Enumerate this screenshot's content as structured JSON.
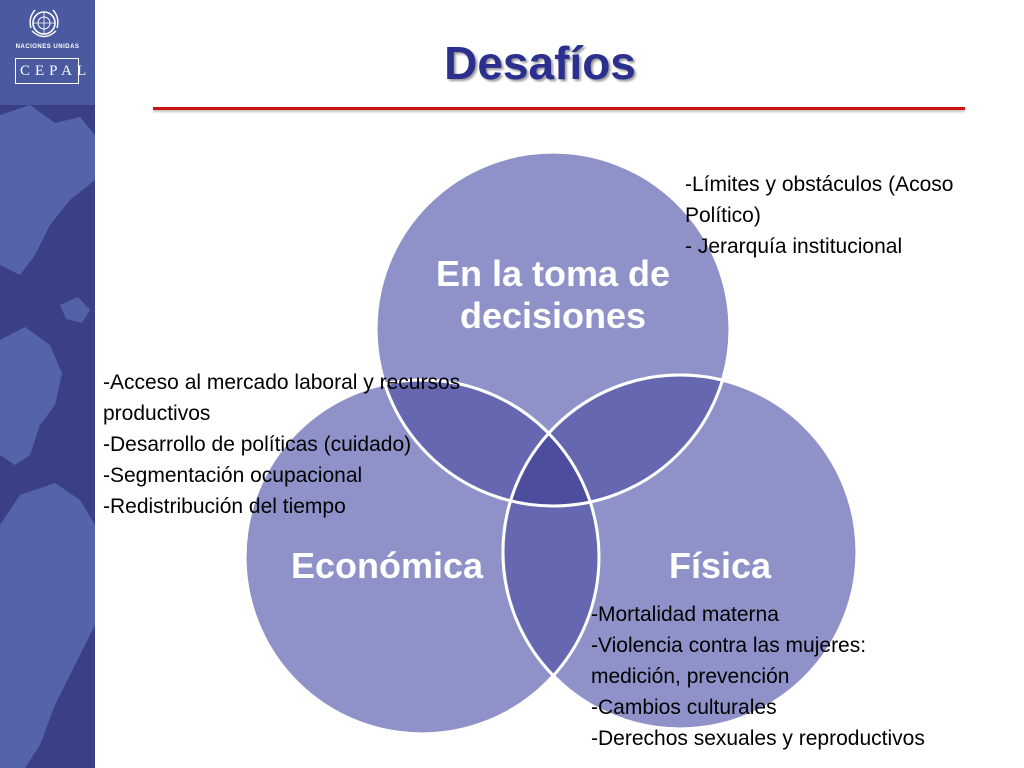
{
  "branding": {
    "org_label": "NACIONES UNIDAS",
    "cepal_label": "CEPAL"
  },
  "slide": {
    "title": "Desafíos"
  },
  "colors": {
    "sidebar": "#3a3f86",
    "title_text": "#2b2f8e",
    "title_rule": "#cc1111",
    "circle_fill": "#8f92c9",
    "circle_stroke": "#ffffff",
    "overlap_fill": "#6568b0",
    "center_fill": "#4c4d9e"
  },
  "venn": {
    "circles": [
      {
        "label": "En la toma de decisiones"
      },
      {
        "label": "Económica"
      },
      {
        "label": "Física"
      }
    ]
  },
  "notes": {
    "decisiones": [
      "-Límites y obstáculos (Acoso",
      "Político)",
      "- Jerarquía institucional"
    ],
    "economica": [
      "-Acceso al mercado laboral y recursos",
      "productivos",
      "-Desarrollo de políticas (cuidado)",
      "-Segmentación ocupacional",
      "-Redistribución del tiempo"
    ],
    "fisica": [
      "-Mortalidad materna",
      "-Violencia contra las mujeres:",
      "medición, prevención",
      "-Cambios culturales",
      "-Derechos sexuales y reproductivos"
    ]
  }
}
